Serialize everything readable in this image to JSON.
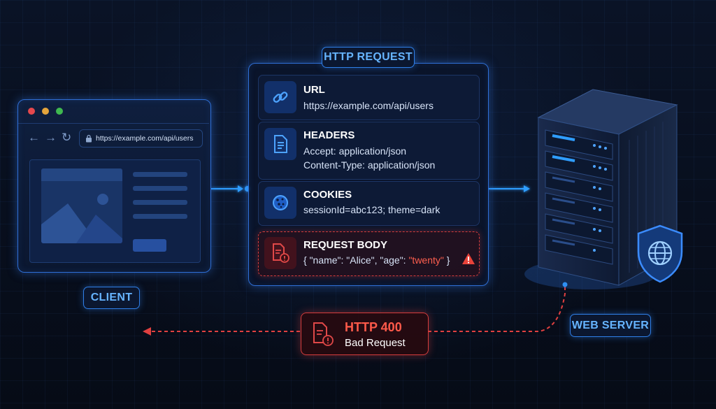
{
  "colors": {
    "accent": "#2f7fe8",
    "label_text": "#66b4ff",
    "error": "#d63d3d",
    "error_text": "#ff5a4a",
    "background": "#070d1a"
  },
  "client": {
    "label": "CLIENT",
    "window_dots": [
      "#e5484d",
      "#e5a53c",
      "#3fb950"
    ],
    "nav_icons": [
      "back-arrow-icon",
      "forward-arrow-icon",
      "refresh-icon",
      "lock-icon"
    ],
    "address_url": "https://example.com/api/users"
  },
  "request": {
    "label": "HTTP REQUEST",
    "url": {
      "title": "URL",
      "value": "https://example.com/api/users",
      "icon": "link-icon"
    },
    "headers": {
      "title": "HEADERS",
      "lines": [
        "Accept: application/json",
        "Content-Type: application/json"
      ],
      "icon": "document-icon"
    },
    "cookies": {
      "title": "COOKIES",
      "value": "sessionId=abc123; theme=dark",
      "icon": "cookie-icon"
    },
    "body": {
      "title": "REQUEST BODY",
      "value_prefix": "{ \"name\": \"Alice\", \"age\": ",
      "value_bad": "\"twenty\"",
      "value_suffix": " }",
      "icon": "error-document-icon",
      "warning_icon": "warning-icon"
    }
  },
  "server": {
    "label": "WEB SERVER",
    "icons": [
      "server-rack-icon",
      "shield-globe-icon"
    ]
  },
  "response": {
    "code": "HTTP 400",
    "text": "Bad Request",
    "icon": "error-document-icon"
  }
}
